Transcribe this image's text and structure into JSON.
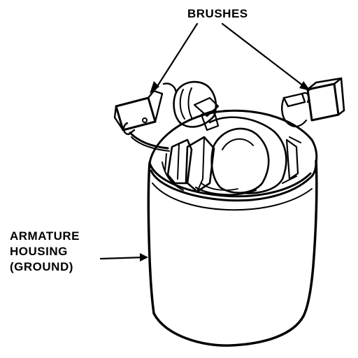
{
  "labels": {
    "brushes": "BRUSHES",
    "housing": [
      "ARMATURE",
      "HOUSING",
      "(GROUND)"
    ]
  },
  "colors": {
    "ink": "#000000",
    "paper": "#ffffff"
  }
}
